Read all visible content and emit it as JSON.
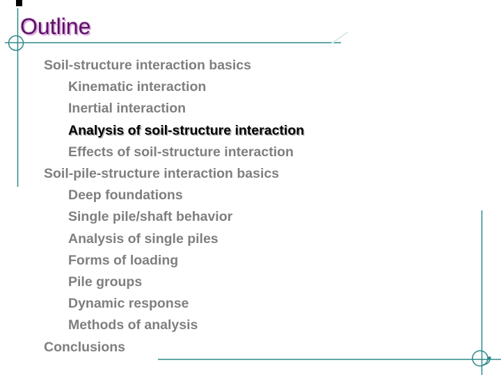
{
  "slide": {
    "title": "Outline",
    "colors": {
      "accent_teal": "#2a8888",
      "title_purple": "#5a1266",
      "item_gray": "#7f7f7f",
      "active_item_black": "#000000"
    },
    "outline": [
      {
        "label": "Soil-structure interaction basics",
        "level": 1,
        "active": false
      },
      {
        "label": "Kinematic interaction",
        "level": 2,
        "active": false
      },
      {
        "label": "Inertial interaction",
        "level": 2,
        "active": false
      },
      {
        "label": "Analysis of soil-structure interaction",
        "level": 2,
        "active": true
      },
      {
        "label": "Effects of soil-structure interaction",
        "level": 2,
        "active": false
      },
      {
        "label": "Soil-pile-structure interaction basics",
        "level": 1,
        "active": false
      },
      {
        "label": "Deep foundations",
        "level": 2,
        "active": false
      },
      {
        "label": "Single pile/shaft behavior",
        "level": 2,
        "active": false
      },
      {
        "label": "Analysis of single piles",
        "level": 2,
        "active": false
      },
      {
        "label": "Forms of loading",
        "level": 2,
        "active": false
      },
      {
        "label": "Pile groups",
        "level": 2,
        "active": false
      },
      {
        "label": "Dynamic response",
        "level": 2,
        "active": false
      },
      {
        "label": "Methods of analysis",
        "level": 2,
        "active": false
      },
      {
        "label": "Conclusions",
        "level": 1,
        "active": false
      }
    ]
  }
}
